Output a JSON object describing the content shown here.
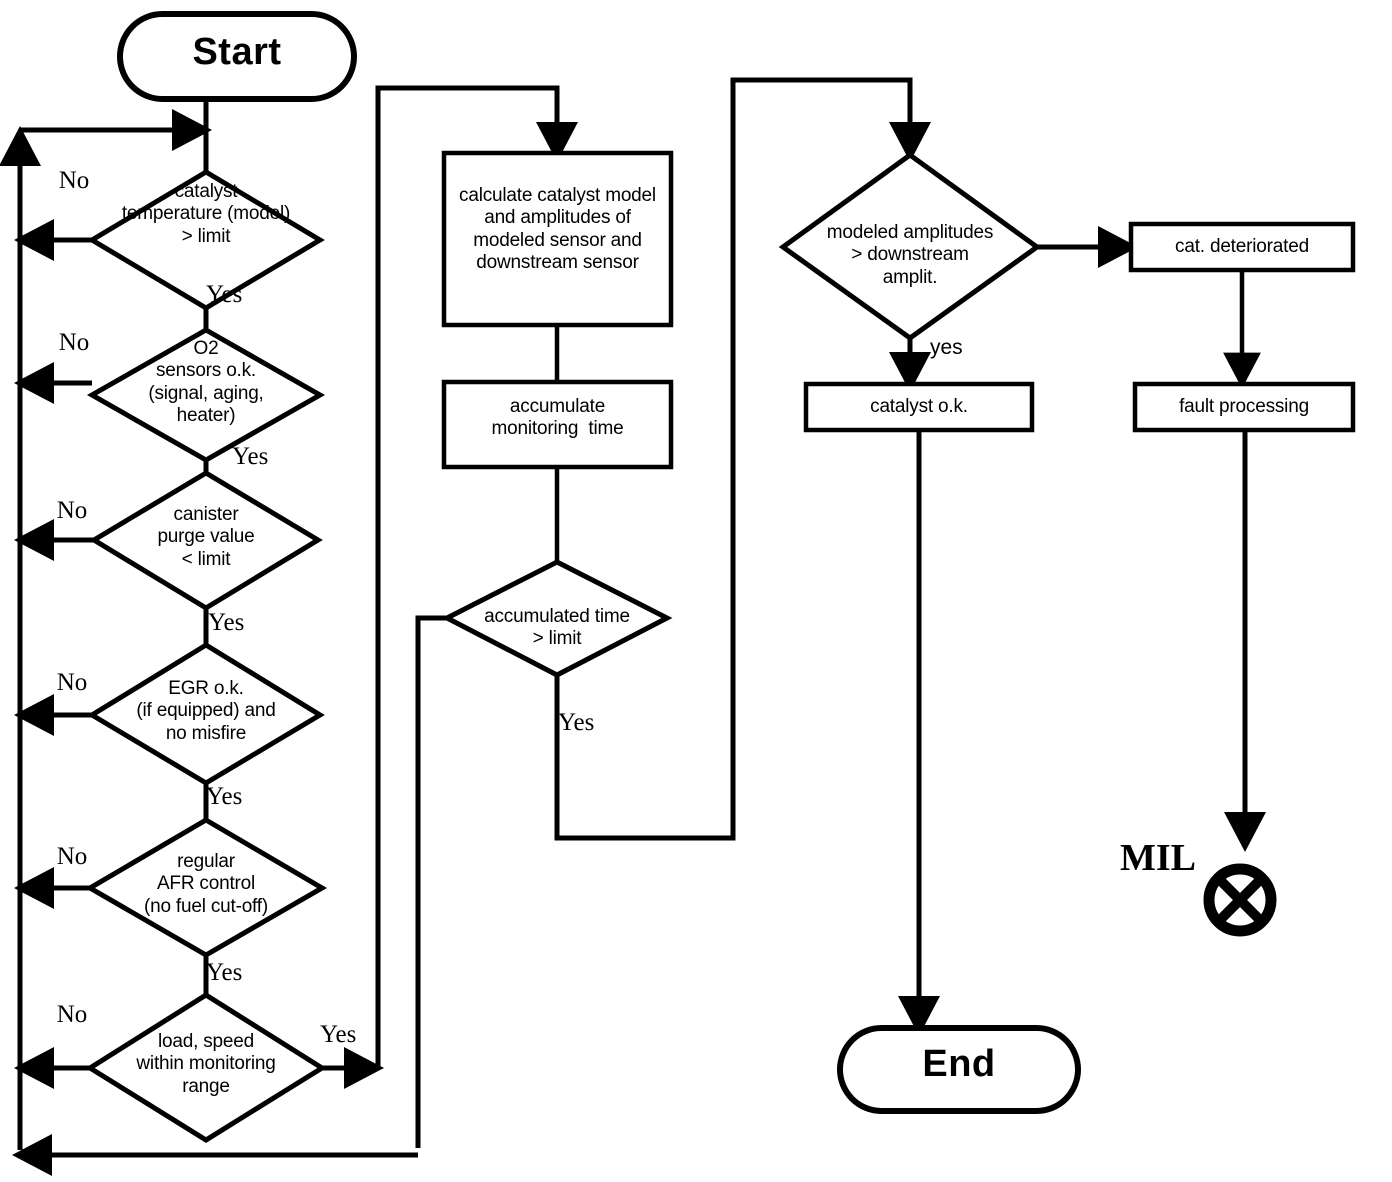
{
  "diagram": {
    "type": "flowchart",
    "title_terminators": {
      "start": "Start",
      "end": "End"
    },
    "nodes": {
      "start": "Start",
      "d_catalyst_temp": "catalyst\ntemperature (model)\n> limit",
      "d_o2_sensors": "O2\nsensors o.k.\n(signal, aging,\nheater)",
      "d_canister": "canister\npurge value\n< limit",
      "d_egr": "EGR o.k.\n(if equipped) and\nno misfire",
      "d_afr": "regular\nAFR control\n(no fuel cut-off)",
      "d_load_speed": "load, speed\nwithin monitoring\nrange",
      "p_calculate": "calculate catalyst model\nand amplitudes of\nmodeled sensor and\ndownstream sensor",
      "p_accumulate": "accumulate\nmonitoring  time",
      "d_accum_time": "accumulated time\n> limit",
      "d_modeled_amp": "modeled amplitudes\n> downstream\namplit.",
      "p_catalyst_ok": "catalyst o.k.",
      "p_cat_deteriorated": "cat. deteriorated",
      "p_fault_processing": "fault processing",
      "mil": "MIL",
      "end": "End"
    },
    "edge_labels": {
      "no_1": "No",
      "no_2": "No",
      "no_3": "No",
      "no_4": "No",
      "no_5": "No",
      "no_6": "No",
      "yes_1": "Yes",
      "yes_2": "Yes",
      "yes_3": "Yes",
      "yes_4": "Yes",
      "yes_5": "Yes",
      "yes_load_speed": "Yes",
      "yes_accum_time": "Yes",
      "yes_modeled_amp": "yes"
    },
    "icons": {
      "mil_indicator": "crossed-circle-icon"
    },
    "colors": {
      "stroke": "#000000",
      "fill": "#ffffff",
      "text": "#000000"
    }
  }
}
